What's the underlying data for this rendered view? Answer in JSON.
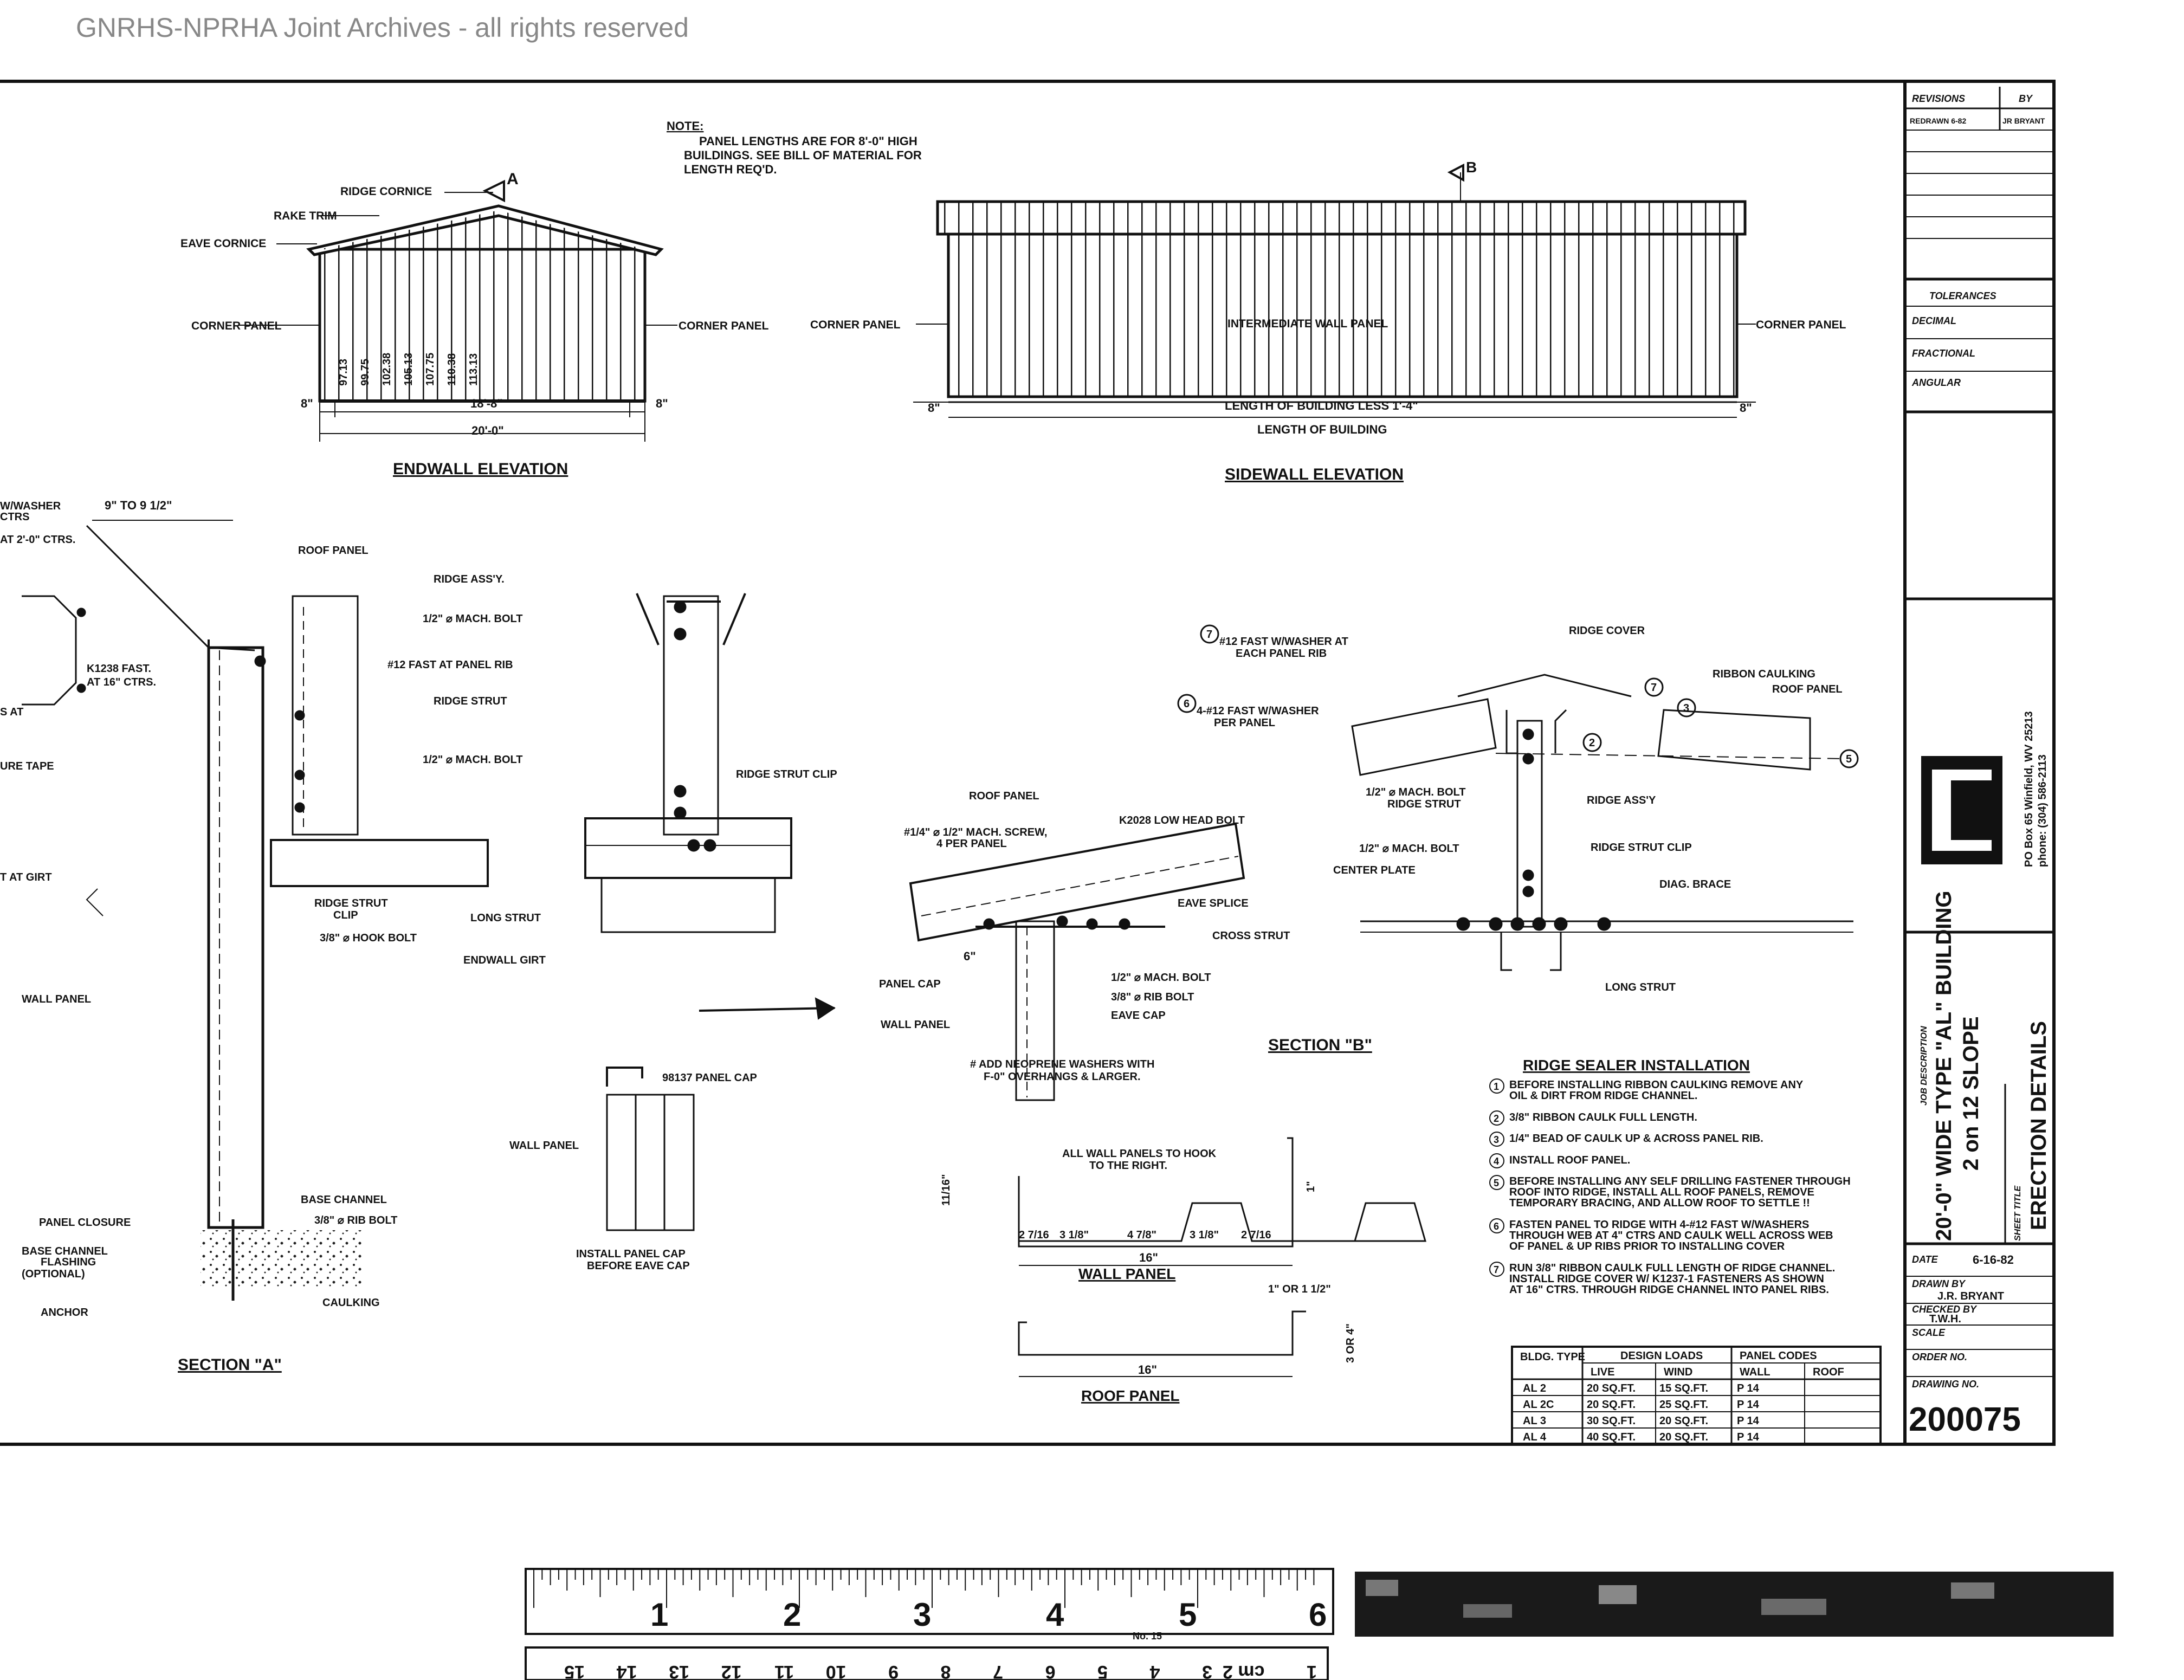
{
  "watermark": "GNRHS-NPRHA Joint Archives - all rights reserved",
  "note": {
    "heading": "NOTE:",
    "lines": [
      "PANEL LENGTHS ARE FOR 8'-0\" HIGH",
      "BUILDINGS. SEE BILL OF MATERIAL FOR",
      "LENGTH REQ'D."
    ]
  },
  "endwall": {
    "title": "ENDWALL ELEVATION",
    "ridge_cornice": "RIDGE CORNICE",
    "rake_trim": "RAKE TRIM",
    "eave_cornice": "EAVE CORNICE",
    "corner_panel_left": "CORNER PANEL",
    "corner_panel_right": "CORNER PANEL",
    "panel_lengths": [
      "97.13",
      "99.75",
      "102.38",
      "105.13",
      "107.75",
      "110.38",
      "113.13"
    ],
    "dim_left": "8\"",
    "dim_mid": "18'-8\"",
    "dim_right": "8\"",
    "dim_total": "20'-0\"",
    "section_mark": "A"
  },
  "sidewall": {
    "title": "SIDEWALL ELEVATION",
    "corner_panel_left": "CORNER PANEL",
    "intermediate": "INTERMEDIATE WALL PANEL",
    "corner_panel_right": "CORNER PANEL",
    "dim_left": "8\"",
    "dim_less": "LENGTH OF BUILDING LESS 1'-4\"",
    "dim_right": "8\"",
    "dim_total": "LENGTH OF BUILDING",
    "section_mark": "B"
  },
  "section_a": {
    "title": "SECTION \"A\"",
    "labels": {
      "washer": "W/WASHER",
      "ctrs": "CTRS",
      "at_2ctrs": "AT 2'-0\" CTRS.",
      "dim_top": "9\" TO 9 1/2\"",
      "k1238": "K1238 FAST.",
      "at16": "AT 16\" CTRS.",
      "s_at": "S AT",
      "ure_tape": "URE TAPE",
      "at_girt": "T AT GIRT",
      "wall_panel": "WALL PANEL",
      "panel_closure": "PANEL CLOSURE",
      "base_flash_1": "BASE CHANNEL",
      "base_flash_2": "FLASHING",
      "base_flash_3": "(OPTIONAL)",
      "anchor": "ANCHOR",
      "roof_panel": "ROOF PANEL",
      "ridge_assy": "RIDGE ASS'Y.",
      "mach_bolt_1": "1/2\" ⌀ MACH. BOLT",
      "fast12": "#12 FAST AT PANEL RIB",
      "ridge_strut": "RIDGE STRUT",
      "mach_bolt_2": "1/2\" ⌀ MACH. BOLT",
      "ridge_strut_clip": "RIDGE STRUT CLIP",
      "rsc_1": "RIDGE STRUT",
      "rsc_2": "CLIP",
      "hook_bolt": "3/8\" ⌀ HOOK BOLT",
      "long_strut": "LONG STRUT",
      "endwall_girt": "ENDWALL GIRT",
      "base_channel": "BASE CHANNEL",
      "rib_bolt": "3/8\" ⌀ RIB BOLT",
      "caulking": "CAULKING"
    }
  },
  "panel_cap": {
    "label": "98137 PANEL CAP",
    "wall_panel": "WALL PANEL",
    "install_1": "INSTALL PANEL CAP",
    "install_2": "BEFORE EAVE CAP"
  },
  "eave_detail": {
    "roof_panel": "ROOF PANEL",
    "screw_1": "#1/4\" ⌀ 1/2\" MACH. SCREW,",
    "screw_2": "4 PER PANEL",
    "k2028": "K2028 LOW HEAD BOLT",
    "eave_splice": "EAVE SPLICE",
    "cross_strut": "CROSS STRUT",
    "dim_6": "6\"",
    "panel_cap": "PANEL CAP",
    "wall_panel": "WALL PANEL",
    "mach_bolt": "1/2\" ⌀ MACH. BOLT",
    "rib_bolt": "3/8\" ⌀ RIB BOLT",
    "eave_cap": "EAVE CAP",
    "note_1": "# ADD NEOPRENE WASHERS WITH",
    "note_2": "F-0\" OVERHANGS & LARGER."
  },
  "section_b": {
    "title": "SECTION \"B\"",
    "fast_washer_1": "#12 FAST W/WASHER AT",
    "fast_washer_2": "EACH PANEL RIB",
    "ridge_cover": "RIDGE COVER",
    "ribbon_caulking": "RIBBON CAULKING",
    "roof_panel": "ROOF PANEL",
    "fast_per_1": "4-#12 FAST W/WASHER",
    "fast_per_2": "PER PANEL",
    "mach_bolt_1": "1/2\" ⌀ MACH. BOLT",
    "ridge_strut": "RIDGE STRUT",
    "ridge_assy": "RIDGE ASS'Y",
    "mach_bolt_2": "1/2\" ⌀ MACH. BOLT",
    "ridge_strut_clip": "RIDGE STRUT CLIP",
    "center_plate": "CENTER PLATE",
    "diag_brace": "DIAG. BRACE",
    "long_strut": "LONG STRUT",
    "num_7a": "7",
    "num_6": "6",
    "num_7b": "7",
    "num_2": "2",
    "num_3": "3",
    "num_5": "5"
  },
  "ridge_sealer": {
    "title": "RIDGE SEALER INSTALLATION",
    "steps": [
      {
        "n": "1",
        "lines": [
          "BEFORE INSTALLING RIBBON CAULKING REMOVE ANY",
          "OIL & DIRT FROM RIDGE CHANNEL."
        ]
      },
      {
        "n": "2",
        "lines": [
          "3/8\" RIBBON CAULK FULL LENGTH."
        ]
      },
      {
        "n": "3",
        "lines": [
          "1/4\" BEAD OF CAULK UP & ACROSS PANEL RIB."
        ]
      },
      {
        "n": "4",
        "lines": [
          "INSTALL ROOF PANEL."
        ]
      },
      {
        "n": "5",
        "lines": [
          "BEFORE INSTALLING ANY SELF DRILLING FASTENER THROUGH",
          "ROOF INTO RIDGE, INSTALL ALL ROOF PANELS, REMOVE",
          "TEMPORARY BRACING, AND ALLOW ROOF TO SETTLE !!"
        ]
      },
      {
        "n": "6",
        "lines": [
          "FASTEN PANEL TO RIDGE WITH 4-#12 FAST W/WASHERS",
          "THROUGH WEB AT 4\" CTRS AND CAULK WELL ACROSS WEB",
          "OF PANEL & UP RIBS PRIOR TO INSTALLING COVER"
        ]
      },
      {
        "n": "7",
        "lines": [
          "RUN 3/8\" RIBBON CAULK FULL LENGTH OF RIDGE CHANNEL.",
          "INSTALL RIDGE COVER W/ K1237-1 FASTENERS AS SHOWN",
          "AT 16\" CTRS. THROUGH RIDGE CHANNEL INTO PANEL RIBS."
        ]
      }
    ]
  },
  "wall_panel_profile": {
    "note_1": "ALL WALL PANELS TO HOOK",
    "note_2": "TO THE RIGHT.",
    "d1": "2 7/16",
    "d2": "3 1/8\"",
    "d3": "4 7/8\"",
    "d4": "3 1/8\"",
    "d5": "2 7/16",
    "height": "11/16\"",
    "right": "1\"",
    "width": "16\"",
    "title": "WALL PANEL"
  },
  "roof_panel_profile": {
    "edge": "1\" OR 1 1/2\"",
    "height": "3 OR 4\"",
    "width": "16\"",
    "title": "ROOF PANEL"
  },
  "design_table": {
    "headers": [
      "BLDG. TYPE",
      "DESIGN  LOADS",
      "PANEL  CODES"
    ],
    "subheaders": [
      "LIVE",
      "WIND",
      "WALL",
      "ROOF"
    ],
    "rows": [
      [
        "AL 2",
        "20 SQ.FT.",
        "15 SQ.FT.",
        "P 14",
        ""
      ],
      [
        "AL 2C",
        "20 SQ.FT.",
        "25 SQ.FT.",
        "P 14",
        ""
      ],
      [
        "AL 3",
        "30 SQ.FT.",
        "20 SQ.FT.",
        "P 14",
        ""
      ],
      [
        "AL 4",
        "40 SQ.FT.",
        "20 SQ.FT.",
        "P 14",
        ""
      ]
    ]
  },
  "title_block": {
    "revisions": "REVISIONS",
    "by": "BY",
    "rev1": "REDRAWN 6-82",
    "rev1_by": "JR BRYANT",
    "tolerances": "TOLERANCES",
    "decimal": "DECIMAL",
    "fractional": "FRACTIONAL",
    "angular": "ANGULAR",
    "company_address": "PO Box 65  Winfield, WV 25213",
    "company_phone": "phone: (304) 586-2113",
    "job_desc_label": "JOB DESCRIPTION",
    "job_line1": "20'-0\" WIDE TYPE \"AL\" BUILDING",
    "job_line2": "2 on 12 SLOPE",
    "sheet_title_label": "SHEET TITLE",
    "sheet_title": "ERECTION  DETAILS",
    "date_label": "DATE",
    "date": "6-16-82",
    "drawn_label": "DRAWN BY",
    "drawn": "J.R. BRYANT",
    "checked_label": "CHECKED BY",
    "checked": "T.W.H.",
    "scale_label": "SCALE",
    "order_label": "ORDER NO.",
    "drawing_no_label": "DRAWING NO.",
    "drawing_no": "200075"
  },
  "ruler": {
    "inches": [
      "1",
      "2",
      "3",
      "4",
      "5",
      "6"
    ],
    "cm": [
      "1",
      "cm 2",
      "3",
      "4",
      "5",
      "6",
      "7",
      "8",
      "9",
      "10",
      "11",
      "12",
      "13",
      "14",
      "15"
    ],
    "brand": "No. 15"
  }
}
